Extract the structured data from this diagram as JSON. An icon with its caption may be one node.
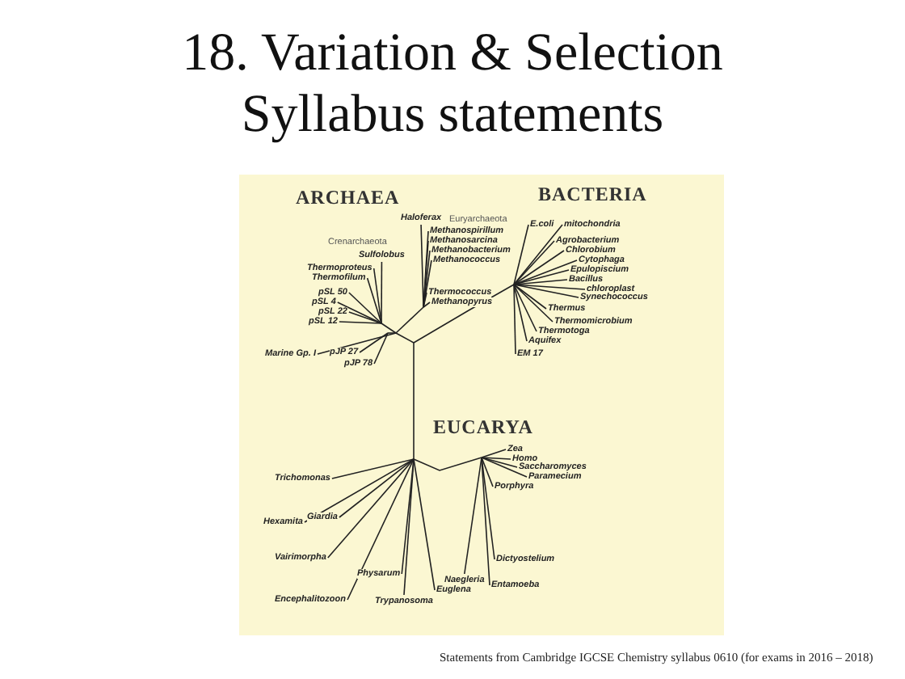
{
  "diagram": {
    "title": "18. Variation & Selection Syllabus statements",
    "caption": "Statements from Cambridge IGCSE Chemistry syllabus 0610 (for exams in 2016 – 2018)",
    "labels": [
      "ARCHAEA",
      "Euryarchaeota",
      "BACTERIA",
      "Haloferax",
      "Crenarchaeota",
      "Methanospirillum",
      "E.coli",
      "mitochondria",
      "Methanosarcina",
      "Agrobacterium",
      "Sulfolobus",
      "Methanobacterium",
      "Chlorobium",
      "Methanococcus",
      "Cytophaga",
      "Thermoproteus",
      "Thermofilum",
      "Epulopiscium",
      "Bacillus",
      "pSL 50",
      "Thermococcus",
      "chloroplast",
      "Synechococcus",
      "pSL 4",
      "Methanopyrus",
      "Thermus",
      "pSL 22",
      "pSL 12",
      "Thermomicrobium",
      "Thermotoga",
      "Aquifex",
      "Marine Gp. I",
      "pJP 27",
      "EM 17",
      "pJP 78",
      "EUCARYA",
      "Zea",
      "Homo",
      "Saccharomyces",
      "Trichomonas",
      "Paramecium",
      "Porphyra",
      "Giardia",
      "Hexamita",
      "Vairimorpha",
      "Dictyostelium",
      "Physarum",
      "Naegleria",
      "Entamoeba",
      "Euglena",
      "Encephalitozoon",
      "Trypanosoma"
    ]
  }
}
